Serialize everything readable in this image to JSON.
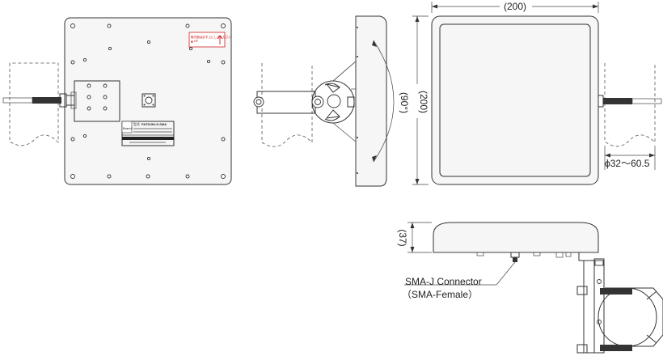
{
  "dimensions": {
    "width": "(200)",
    "height": "(200)",
    "angle": "(90°)",
    "depth": "(37)",
    "pole_diameter": "ϕ32～60.5"
  },
  "labels": {
    "connector_line1": "SMA-J Connector",
    "connector_line2": "（SMA-Female）"
  },
  "nameplate": {
    "brand": "Brand",
    "model_prefix": "型式",
    "model": "PAT919H-S-SMA",
    "warning_text": "取付面は必ず上にしてください"
  },
  "colors": {
    "warning": "#cc0000",
    "line": "#333333"
  }
}
